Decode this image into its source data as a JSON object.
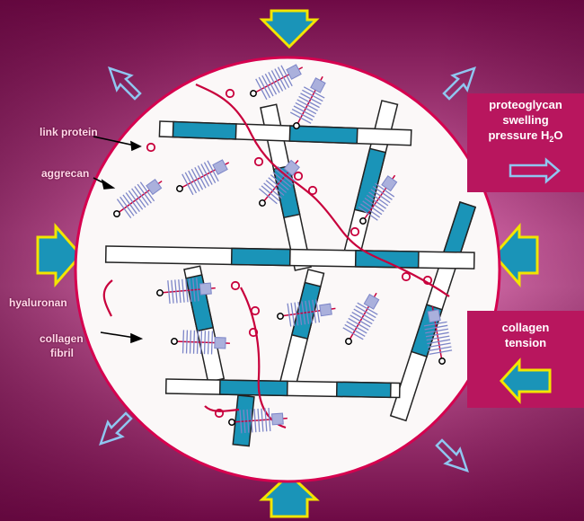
{
  "labels": {
    "link_protein": "link protein",
    "aggrecan": "aggrecan",
    "hyaluronan": "hyaluronan",
    "collagen_line1": "collagen",
    "collagen_line2": "fibril"
  },
  "boxes": {
    "swelling": {
      "line1": "proteoglycan",
      "line2": "swelling",
      "line3_main": "pressure H",
      "line3_sub": "2",
      "line3_end": "O"
    },
    "tension": {
      "line1": "collagen",
      "line2": "tension"
    }
  },
  "colors": {
    "background_dark": "#7a0f4f",
    "background_light": "#e07fb5",
    "circle_fill": "#fbf8f8",
    "circle_border": "#d6004f",
    "fibril_blue": "#1a94b8",
    "hyaluronan_red": "#c8003c",
    "aggrecan_purple": "#7d86c8",
    "arrow_yellow": "#f2e500",
    "box_fill": "#b8165e"
  },
  "icons": [
    "compression-arrow-icon",
    "swelling-arrow-icon",
    "link-protein-icon",
    "aggrecan-icon"
  ]
}
